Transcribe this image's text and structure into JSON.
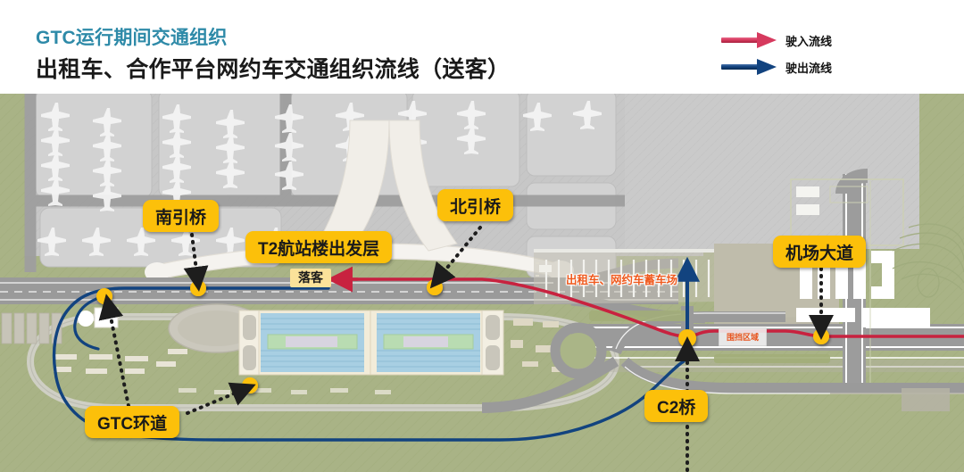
{
  "header": {
    "title_main": "GTC运行期间交通组织",
    "title_sub": "出租车、合作平台网约车交通组织流线（送客）",
    "title_main_color": "#2e8aa8"
  },
  "legend": {
    "items": [
      {
        "label": "驶入流线",
        "color": "#d63a5e",
        "icon": "right-arrow-icon"
      },
      {
        "label": "驶出流线",
        "color": "#12437f",
        "icon": "right-arrow-icon"
      }
    ]
  },
  "map": {
    "callouts": [
      {
        "id": "south-approach-bridge",
        "label": "南引桥"
      },
      {
        "id": "terminal2-departure-level",
        "label": "T2航站楼出发层"
      },
      {
        "id": "north-approach-bridge",
        "label": "北引桥"
      },
      {
        "id": "airport-avenue",
        "label": "机场大道"
      },
      {
        "id": "gtc-ring-road",
        "label": "GTC环道"
      },
      {
        "id": "c2-bridge",
        "label": "C2桥"
      }
    ],
    "map_labels": [
      {
        "id": "drop-off",
        "label": "落客"
      },
      {
        "id": "taxi-holding-lot",
        "label": "出租车、网约车蓄车场"
      },
      {
        "id": "enclosed-area",
        "label": "围挡区域"
      }
    ],
    "colors": {
      "inbound_route": "#d63a5e",
      "outbound_route": "#12437f",
      "marker_dot": "#fcc00a",
      "grass": "#a9b386",
      "apron": "#c9c9c9",
      "road": "#8c8c8c"
    }
  }
}
